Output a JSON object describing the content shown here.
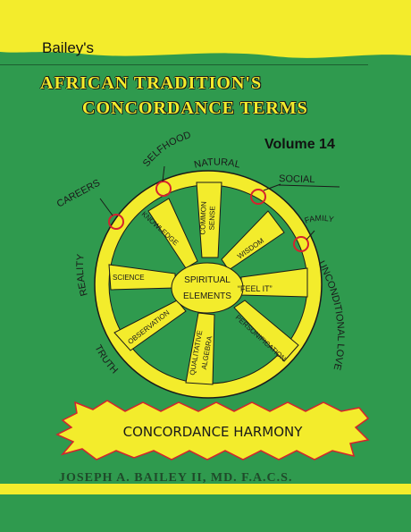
{
  "cover": {
    "author_top": "Bailey's",
    "title_line1": "AFRICAN  TRADITION'S",
    "title_line2": "CONCORDANCE TERMS",
    "volume": "Volume 14",
    "outer_labels": {
      "careers": "CAREERS",
      "selfhood": "SELFHOOD",
      "natural": "NATURAL",
      "social": "SOCIAL",
      "family": "FAMILY",
      "reality": "REALITY",
      "unconditional_love": "UNCONDITIONAL LOVE",
      "truth": "TRUTH"
    },
    "hub_line1": "SPIRITUAL",
    "hub_line2": "ELEMENTS",
    "segments": {
      "knowledge": "KNOWLEDGE",
      "common": "COMMON",
      "sense": "SENSE",
      "wisdom": "WISDOM",
      "science": "SCIENCE",
      "feel_it": "“FEEL IT”",
      "observation": "OBSERVATION",
      "qualitative": "QUALITATIVE",
      "algebra": "ALGEBRA",
      "personification": "PERSONIFICATION"
    },
    "banner": "CONCORDANCE HARMONY",
    "author_bottom": "JOSEPH  A.  BAILEY II, MD. F.A.C.S.",
    "colors": {
      "background": "#2f9a4e",
      "yellow": "#f3ec2c",
      "ring_red": "#d6222e",
      "ink": "#1a1a1a"
    }
  }
}
